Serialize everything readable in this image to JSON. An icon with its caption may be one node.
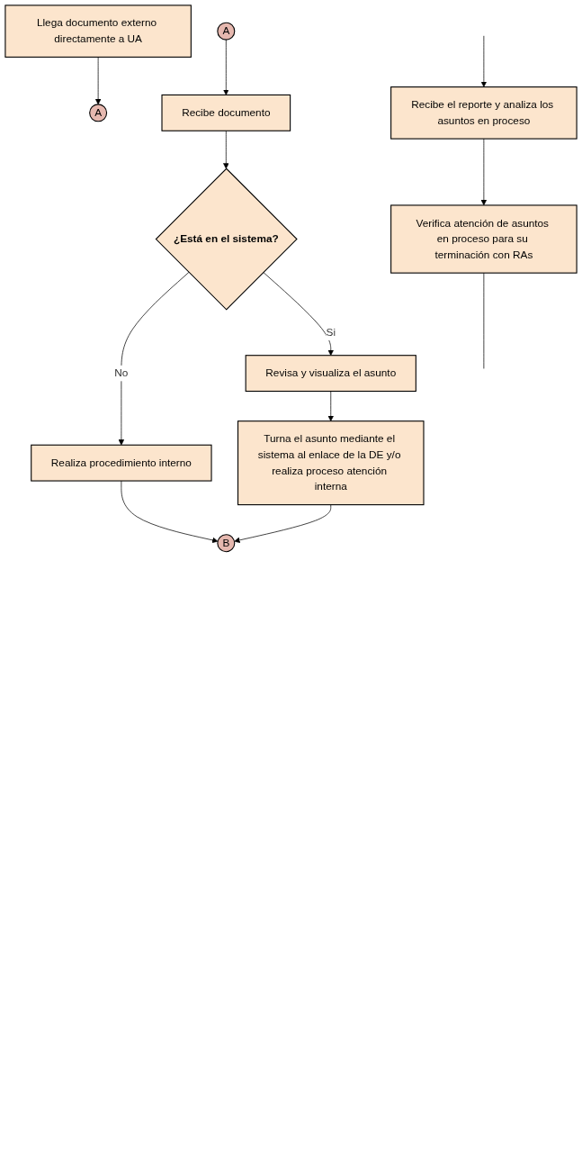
{
  "diagram": {
    "nodes": [
      {
        "text": [
          "Llega documento externo directamente a UA"
        ]
      },
      {
        "text": [
          "A"
        ]
      },
      {
        "text": [
          "A"
        ]
      },
      {
        "text": [
          "Recibe documento"
        ]
      },
      {
        "text": [
          "¿Está en el sistema?"
        ]
      },
      {
        "text": [
          "Revisa y visualiza el asunto"
        ]
      },
      {
        "text": [
          "Realiza procedimiento interno"
        ]
      },
      {
        "text": [
          "Turna el asunto mediante el sistema al enlace de la DE y/o realiza proceso atención interna"
        ]
      },
      {
        "text": [
          "B"
        ]
      },
      {
        "text": [
          "Recibe el reporte y analiza los asuntos en proceso"
        ]
      },
      {
        "text": [
          "Verifica atención de asuntos en proceso para su terminación con RAs"
        ]
      }
    ],
    "edges": [
      {
        "from": 0,
        "to": 1,
        "arrow": "to"
      },
      {
        "from": 2,
        "to": 3,
        "arrow": "to"
      },
      {
        "from": 3,
        "to": 4,
        "arrow": "to"
      },
      {
        "from": 4,
        "to": 6,
        "arrow": "to",
        "label": "No"
      },
      {
        "from": 4,
        "to": 5,
        "arrow": "to",
        "label": "Si"
      },
      {
        "from": 5,
        "to": 7,
        "arrow": "to"
      },
      {
        "from": 7,
        "to": 8,
        "arrow": "to"
      },
      {
        "from": 6,
        "to": 8,
        "arrow": "to"
      },
      {
        "from": null,
        "to": 9,
        "arrow": "to"
      },
      {
        "from": 9,
        "to": 10,
        "arrow": "to"
      },
      {
        "from": 10,
        "to": null,
        "arrow": "none"
      }
    ]
  }
}
